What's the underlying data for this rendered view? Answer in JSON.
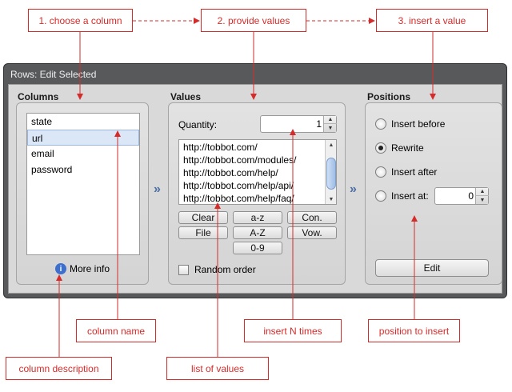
{
  "annotations": {
    "choose_column": "1. choose a column",
    "provide_values": "2. provide values",
    "insert_value": "3. insert a value",
    "column_name": "column name",
    "insert_n_times": "insert N times",
    "position_to_insert": "position to insert",
    "column_description": "column description",
    "list_of_values": "list of values"
  },
  "window": {
    "title": "Rows: Edit Selected"
  },
  "columns": {
    "title": "Columns",
    "items": [
      "state",
      "url",
      "email",
      "password"
    ],
    "selected_index": 1,
    "more_info": "More info"
  },
  "values": {
    "title": "Values",
    "quantity_label": "Quantity:",
    "quantity_value": "1",
    "list": [
      "http://tobbot.com/",
      "http://tobbot.com/modules/",
      "http://tobbot.com/help/",
      "http://tobbot.com/help/api/",
      "http://tobbot.com/help/faq/"
    ],
    "buttons": {
      "clear": "Clear",
      "file": "File",
      "a_z": "a-z",
      "A_Z": "A-Z",
      "zero_nine": "0-9",
      "con": "Con.",
      "vow": "Vow."
    },
    "random_order": "Random order"
  },
  "positions": {
    "title": "Positions",
    "options": [
      "Insert before",
      "Rewrite",
      "Insert after",
      "Insert at:"
    ],
    "selected_index": 1,
    "insert_at_value": "0",
    "edit_button": "Edit"
  },
  "separator_glyph": "»",
  "colors": {
    "annotation": "#d62b2b",
    "window_frame": "#58595b",
    "selection": "#dbe7f6"
  }
}
